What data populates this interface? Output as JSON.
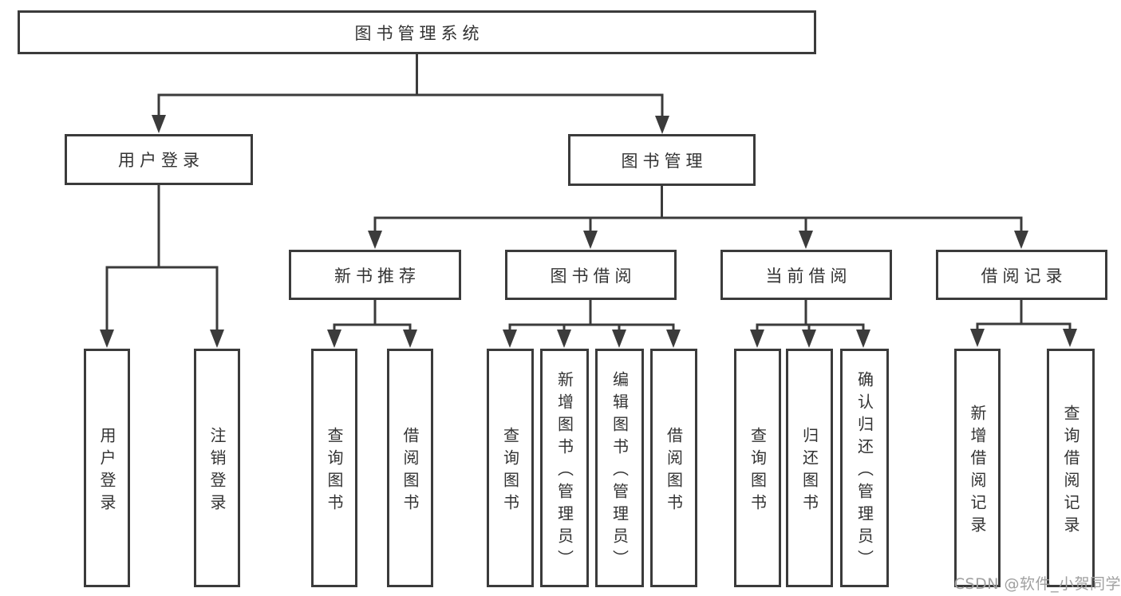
{
  "diagram": {
    "title": "图书管理系统",
    "level2": [
      "用户登录",
      "图书管理"
    ],
    "level3": [
      "新书推荐",
      "图书借阅",
      "当前借阅",
      "借阅记录"
    ],
    "leaves": {
      "user_login": [
        "用户登录",
        "注销登录"
      ],
      "new_book_recommend": [
        "查询图书",
        "借阅图书"
      ],
      "book_borrow": [
        "查询图书",
        "新增图书（管理员）",
        "编辑图书（管理员）",
        "借阅图书"
      ],
      "current_borrow": [
        "查询图书",
        "归还图书",
        "确认归还（管理员）"
      ],
      "borrow_record": [
        "新增借阅记录",
        "查询借阅记录"
      ]
    }
  },
  "watermark": "CSDN @软件_小贺同学",
  "colors": {
    "line": "#3b3b3b",
    "text": "#333333",
    "watermark": "#a0a0a0",
    "background": "#ffffff"
  }
}
